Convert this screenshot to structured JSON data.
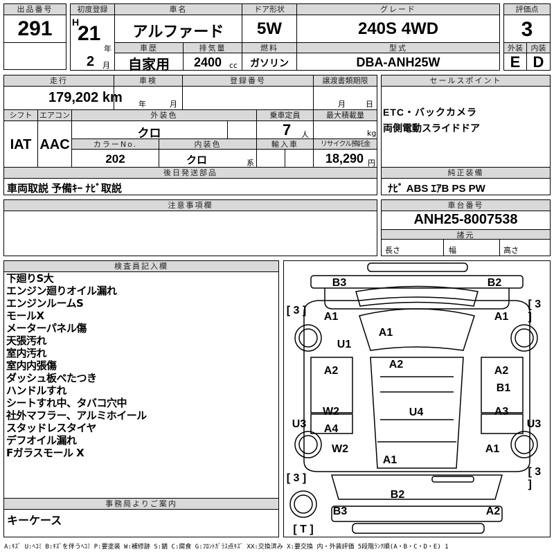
{
  "lot": {
    "label": "出品番号",
    "value": "291"
  },
  "first_reg": {
    "label": "初度登録",
    "era": "H",
    "year": "21",
    "year_unit": "年",
    "month": "2",
    "month_unit": "月"
  },
  "car_name": {
    "label": "車名",
    "value": "アルファード"
  },
  "door": {
    "label": "ドア形状",
    "value": "5W"
  },
  "grade": {
    "label": "グレード",
    "value": "240S 4WD"
  },
  "score": {
    "label": "評価点",
    "value": "3",
    "ext_label": "外装",
    "int_label": "内装",
    "ext": "E",
    "int": "D"
  },
  "history": {
    "label": "車歴",
    "value": "自家用"
  },
  "displacement": {
    "label": "排気量",
    "value": "2400",
    "unit": "cc"
  },
  "fuel": {
    "label": "燃料",
    "value": "ガソリン"
  },
  "model": {
    "label": "型式",
    "value": "DBA-ANH25W"
  },
  "mileage": {
    "label": "走行",
    "value": "179,202 km"
  },
  "shaken": {
    "label": "車検",
    "year_unit": "年",
    "month_unit": "月"
  },
  "reg_no": {
    "label": "登録番号"
  },
  "transfer": {
    "label": "譲渡書類期限",
    "month_unit": "月",
    "day_unit": "日"
  },
  "shift": {
    "label": "シフト",
    "value": "IAT"
  },
  "ac": {
    "label": "エアコン",
    "value": "AAC"
  },
  "ext_color": {
    "label": "外装色",
    "value": "クロ"
  },
  "capacity": {
    "label": "乗車定員",
    "value": "7",
    "unit": "人"
  },
  "max_load": {
    "label": "最大積載量",
    "unit": "kg"
  },
  "color_no": {
    "label": "カラーNo.",
    "value": "202"
  },
  "int_color": {
    "label": "内装色",
    "value": "クロ",
    "unit": "系"
  },
  "import": {
    "label": "輸入車"
  },
  "recycle": {
    "label": "リサイクル預託金",
    "value": "18,290",
    "unit": "円"
  },
  "sale_points": {
    "label": "セールスポイント",
    "lines": [
      "ETC・バックカメラ",
      "両側電動スライドドア"
    ]
  },
  "parts": {
    "label": "後日発送部品",
    "value": "車両取説 予備ｷｰ ﾅﾋﾞ取説"
  },
  "equipment": {
    "label": "純正装備",
    "value": "ﾅﾋﾞ ABS ｴｱB PS PW"
  },
  "caution": {
    "label": "注意事項欄"
  },
  "chassis": {
    "label": "車台番号",
    "value": "ANH25-8007538",
    "dims_label": "諸元",
    "length": "長さ",
    "width": "幅",
    "height": "高さ"
  },
  "inspector": {
    "label": "検査員記入欄",
    "notes": [
      "下廻りS大",
      "エンジン廻りオイル漏れ",
      "エンジンルームS",
      "モールX",
      "メーターパネル傷",
      "天張汚れ",
      "室内汚れ",
      "室内内張傷",
      "ダッシュ板べたつき",
      "ハンドルすれ",
      "シートすれ中、タバコ穴中",
      "社外マフラー、アルミホイール",
      "スタッドレスタイヤ",
      "デフオイル漏れ",
      "Fガラスモール X"
    ]
  },
  "office": {
    "label": "事務局よりご案内",
    "value": "キーケース"
  },
  "diagram": {
    "marks": [
      "B3",
      "B2",
      "[ 3 ]",
      "[ 3 ]",
      "A1",
      "A1",
      "A1",
      "U1",
      "A2",
      "A2",
      "A2",
      "B1",
      "W2",
      "U4",
      "A3",
      "U3",
      "U3",
      "A4",
      "W2",
      "A1",
      "A1",
      "[ 3 ]",
      "[ 3 ]",
      "B2",
      "B3",
      "A2",
      "[ T ]"
    ]
  },
  "legend": "A:ｷｽﾞ U:ﾍｺﾐ B:ｷｽﾞを伴うﾍｺﾐ P:要塗装 W:補修跡 S:錆 C:腐食 G:ﾌﾛﾝﾄｶﾞﾗｽ点ｷｽﾞ XX:交換済み X:要交換 内・外装評価 5段階ﾗﾝｸ順(A・B・C・D・E) 1"
}
